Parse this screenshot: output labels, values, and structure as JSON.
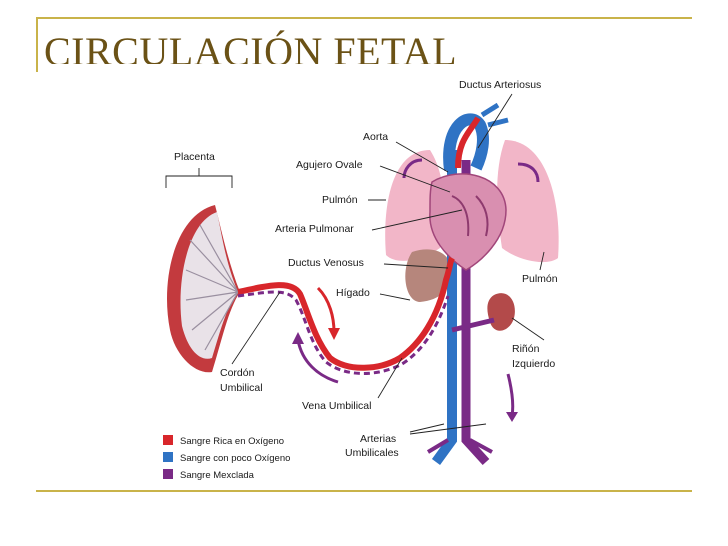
{
  "title": "CIRCULACIÓN FETAL",
  "labels": {
    "ductus_arteriosus": "Ductus Arteriosus",
    "aorta": "Aorta",
    "placenta": "Placenta",
    "agujero_ovale": "Agujero Ovale",
    "pulmon_left": "Pulmón",
    "arteria_pulmonar": "Arteria Pulmonar",
    "ductus_venosus": "Ductus Venosus",
    "pulmon_right": "Pulmón",
    "higado": "Hígado",
    "rinon_1": "Riñón",
    "rinon_2": "Izquierdo",
    "cordon_1": "Cordón",
    "cordon_2": "Umbilical",
    "vena_umbilical": "Vena Umbilical",
    "arterias_1": "Arterias",
    "arterias_2": "Umbilicales"
  },
  "legend": [
    {
      "label": "Sangre Rica en Oxígeno",
      "color": "#d8262b"
    },
    {
      "label": "Sangre con poco Oxígeno",
      "color": "#2f73c4"
    },
    {
      "label": "Sangre Mexclada",
      "color": "#7a2a86"
    }
  ],
  "colors": {
    "oxygen_rich": "#d8262b",
    "low_oxygen": "#2f73c4",
    "mixed": "#7a2a86",
    "lung": "#f2b6c8",
    "heart": "#d98fb0",
    "liver": "#b6867c",
    "kidney": "#b34a4a",
    "accent": "#c9b34a"
  }
}
